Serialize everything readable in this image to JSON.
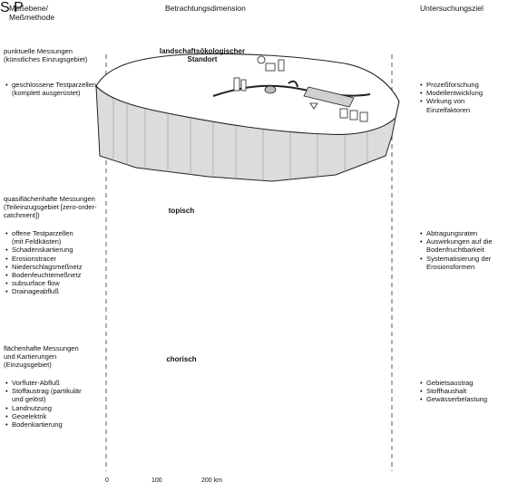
{
  "headers": {
    "scale_level": "Meßebene/\nMeßmethode",
    "dimension": "Betrachtungsdimension",
    "goal": "Untersuchungsziel"
  },
  "levels": [
    {
      "method": "punktuelle Messungen\n(künstliches Einzugsgebiet)",
      "items": [
        "geschlossene Testparzellen\n(komplett ausgerüstet)"
      ],
      "block_label": "landschaftsökologischer\nStandort",
      "goals": [
        "Prozeßforschung",
        "Modellentwicklung",
        "Wirkung von Einzelfaktoren"
      ]
    },
    {
      "method": "quasiflächenhafte Messungen\n(Teileinzugsgebiet [zero-order-\ncatchment])",
      "items": [
        "offene Testparzellen\n(mit Feldkästen)",
        "Schadenskartierung",
        "Erosionstracer",
        "Niederschlagsmeßnetz",
        "Bodenfeuchtemeßnetz",
        "subsurface flow",
        "Drainageabfluß"
      ],
      "block_label": "topisch",
      "goals": [
        "Abtragungsraten",
        "Auswirkungen auf die\nBodenfruchtbarkeit",
        "Systematisierung der\nErosionsformen"
      ]
    },
    {
      "method": "flächenhafte Messungen\nund Kartierungen\n(Einzugsgebiet)",
      "items": [
        "Vorfluter-Abfluß",
        "Stoffaustrag (partikulär\nund gelöst)",
        "Landnutzung",
        "Geoelektrik",
        "Bodenkartierung"
      ],
      "block_label": "chorisch",
      "goals": [
        "Gebietsaustrag",
        "Stoffhaushalt",
        "Gewässerbelastung"
      ]
    }
  ],
  "outlet_marks": [
    "S",
    "P"
  ],
  "scale_bar": {
    "ticks": [
      "0",
      "100",
      "200 km"
    ]
  }
}
